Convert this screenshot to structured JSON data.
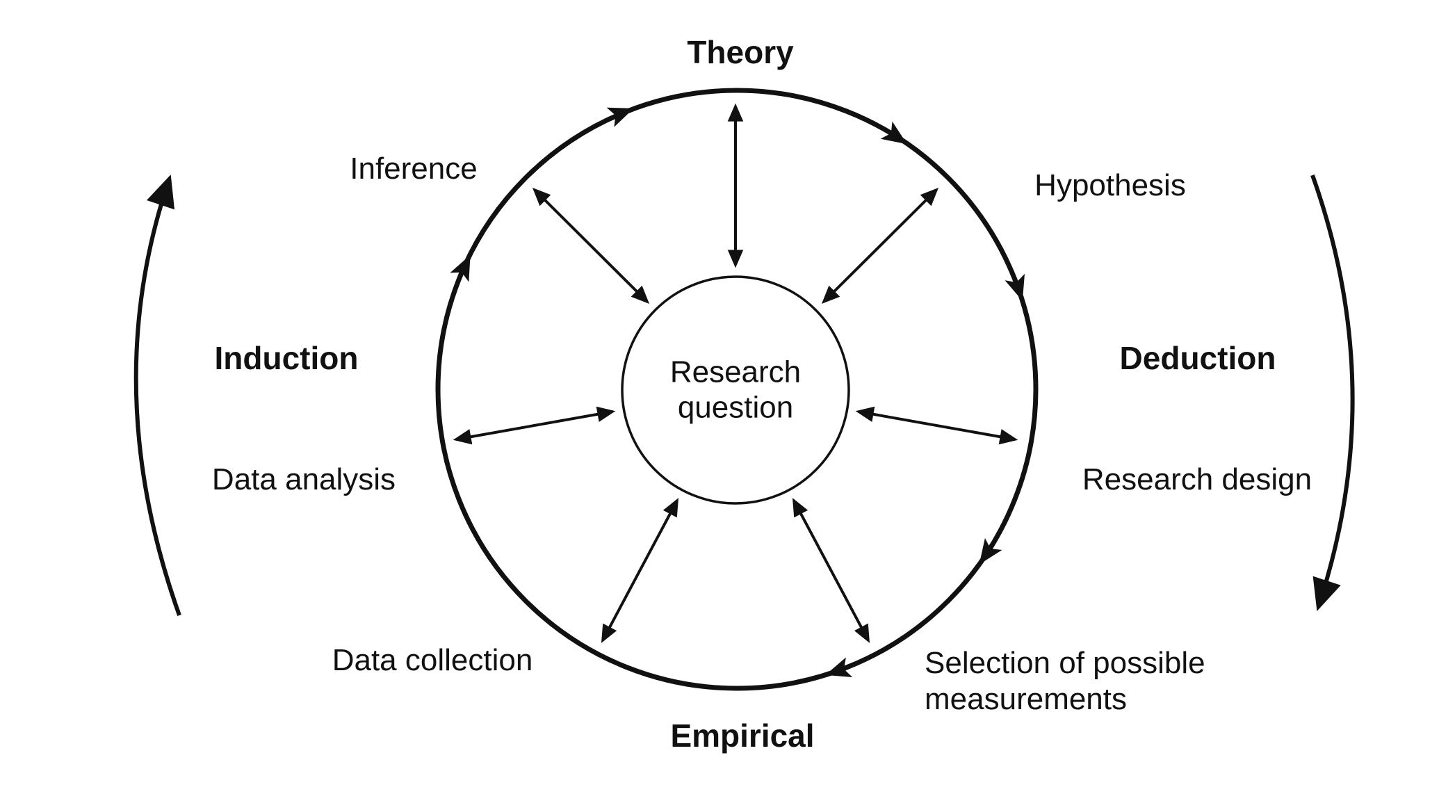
{
  "diagram": {
    "center_node": {
      "label": "Research question"
    },
    "axis_labels": {
      "top": "Theory",
      "right": "Deduction",
      "bottom": "Empirical",
      "left": "Induction"
    },
    "stage_labels": {
      "inference": "Inference",
      "hypothesis": "Hypothesis",
      "research_design": "Research design",
      "selection_of_measurements": "Selection of possible measurements",
      "data_collection": "Data collection",
      "data_analysis": "Data analysis"
    },
    "colors": {
      "ink": "#111111",
      "background": "#ffffff"
    }
  }
}
